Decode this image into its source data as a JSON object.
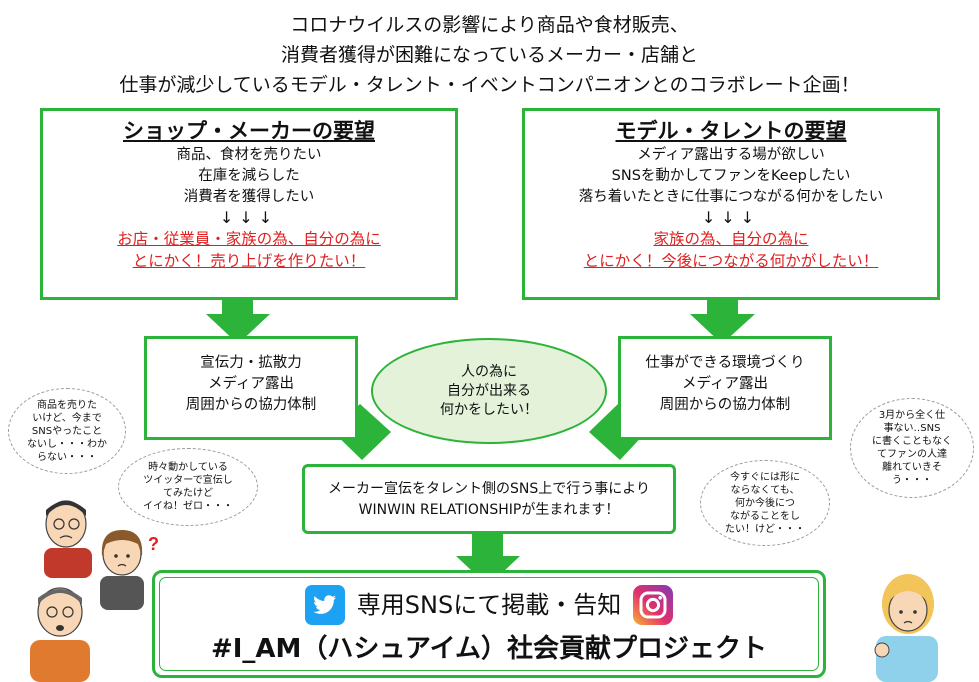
{
  "header": {
    "line1": "コロナウイルスの影響により商品や食材販売、",
    "line2": "消費者獲得が困難になっているメーカー・店舗と",
    "line3": "仕事が減少しているモデル・タレント・イベントコンパニオンとのコラボレート企画！"
  },
  "shop": {
    "title": "ショップ・メーカーの要望",
    "lines": [
      "商品、食材を売りたい",
      "在庫を減らした",
      "消費者を獲得したい"
    ],
    "arrows": "↓↓↓",
    "red": [
      "お店・従業員・家族の為、自分の為に",
      "とにかく！売り上げを作りたい！"
    ]
  },
  "model": {
    "title": "モデル・タレントの要望",
    "lines": [
      "メディア露出する場が欲しい",
      "SNSを動かしてファンをKeepしたい",
      "落ち着いたときに仕事につながる何かをしたい"
    ],
    "arrows": "↓↓↓",
    "red": [
      "家族の為、自分の為に",
      "とにかく！今後につながる何かがしたい！"
    ]
  },
  "shop_benefit": [
    "宣伝力・拡散力",
    "メディア露出",
    "周囲からの協力体制"
  ],
  "model_benefit": [
    "仕事ができる環境づくり",
    "メディア露出",
    "周囲からの協力体制"
  ],
  "oval": [
    "人の為に",
    "自分が出来る",
    "何かをしたい！"
  ],
  "center": [
    "メーカー宣伝をタレント側のSNS上で行う事により",
    "WINWIN RELATIONSHIPが生まれます！"
  ],
  "bottom": {
    "line1": "専用SNSにて掲載・告知",
    "line2": "#I_AM（ハシュアイム）社会貢献プロジェクト"
  },
  "bubbles": {
    "b1": [
      "商品を売りた",
      "いけど、今まで",
      "SNSやったこと",
      "ないし・・・わか",
      "らない・・・"
    ],
    "b2": [
      "時々動かしている",
      "ツイッターで宣伝し",
      "てみたけど",
      "イイね！ゼロ・・・"
    ],
    "b3": [
      "今すぐには形に",
      "ならなくても、",
      "何か今後につ",
      "ながることをし",
      "たい！けど・・・"
    ],
    "b4": [
      "3月から全く仕",
      "事ない‥SNS",
      "に書くこともなく",
      "てファンの人達",
      "離れていきそ",
      "う・・・"
    ],
    "question_mark": "?"
  },
  "colors": {
    "green": "#2bb33a",
    "red": "#e02020",
    "oval_fill": "#e3f2d9",
    "twitter": "#1da1f2"
  }
}
